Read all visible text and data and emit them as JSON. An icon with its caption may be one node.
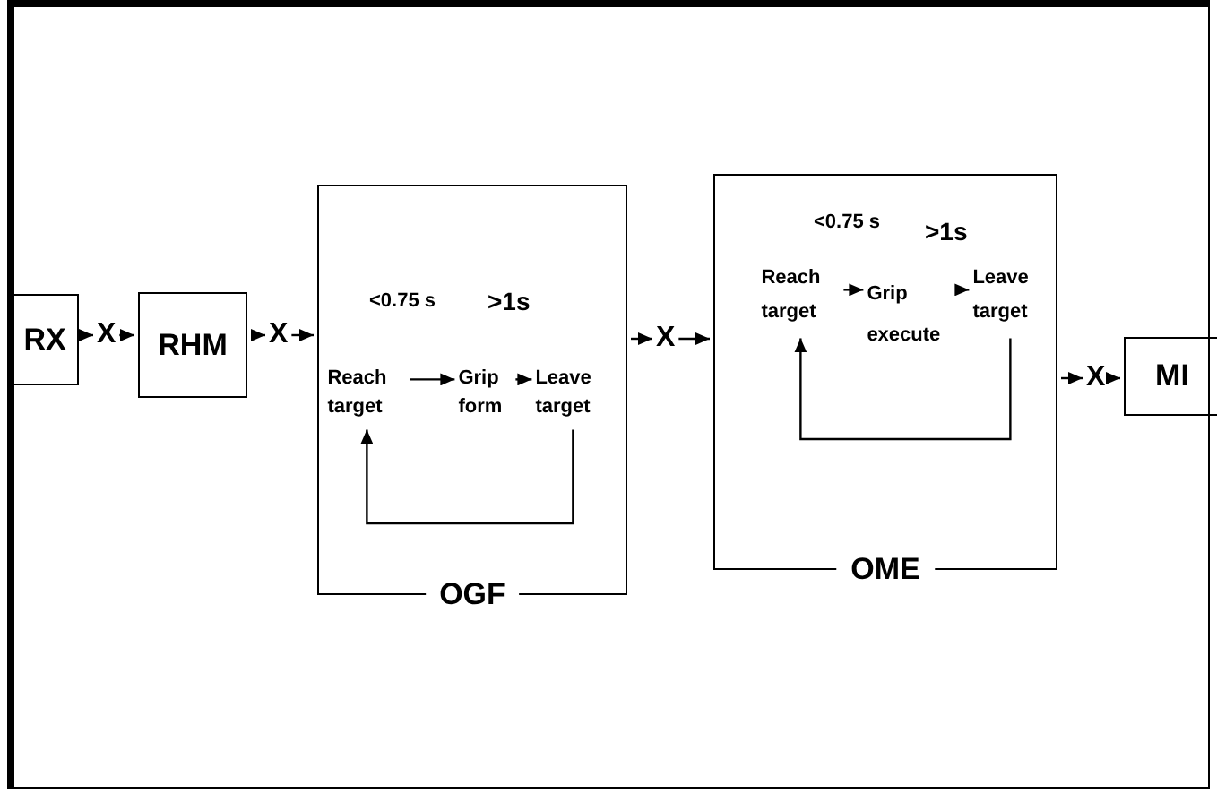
{
  "diagram": {
    "nodes": [
      {
        "text": [
          "RX"
        ]
      },
      {
        "text": [
          "X"
        ]
      },
      {
        "text": [
          "RHM"
        ]
      },
      {
        "text": [
          "X"
        ]
      },
      {
        "text": [
          "OGF"
        ]
      },
      {
        "text": [
          "Reach target"
        ],
        "in": 4
      },
      {
        "text": [
          "Grip form"
        ],
        "in": 4
      },
      {
        "text": [
          "Leave target"
        ],
        "in": 4
      },
      {
        "text": [
          "X"
        ]
      },
      {
        "text": [
          "OME"
        ]
      },
      {
        "text": [
          "Reach target"
        ],
        "in": 9
      },
      {
        "text": [
          "Grip execute"
        ],
        "in": 9
      },
      {
        "text": [
          "Leave target"
        ],
        "in": 9
      },
      {
        "text": [
          "X"
        ]
      },
      {
        "text": [
          "MI"
        ]
      }
    ],
    "edges": [
      {
        "from": 0,
        "to": 1,
        "arrow": "to"
      },
      {
        "from": 1,
        "to": 2,
        "arrow": "to"
      },
      {
        "from": 2,
        "to": 3,
        "arrow": "to"
      },
      {
        "from": 3,
        "to": 4,
        "arrow": "to"
      },
      {
        "from": 5,
        "to": 6,
        "arrow": "to"
      },
      {
        "from": 6,
        "to": 7,
        "arrow": "to"
      },
      {
        "from": 7,
        "to": 5,
        "arrow": "to"
      },
      {
        "from": 4,
        "to": 8,
        "arrow": "to"
      },
      {
        "from": 8,
        "to": 9,
        "arrow": "to"
      },
      {
        "from": 10,
        "to": 11,
        "arrow": "to"
      },
      {
        "from": 11,
        "to": 12,
        "arrow": "to"
      },
      {
        "from": 12,
        "to": 10,
        "arrow": "to"
      },
      {
        "from": 9,
        "to": 13,
        "arrow": "to"
      },
      {
        "from": 13,
        "to": 14,
        "arrow": "to"
      }
    ],
    "labels": [
      "<0.75 s",
      ">1s",
      "<0.75 s",
      ">1s"
    ]
  }
}
